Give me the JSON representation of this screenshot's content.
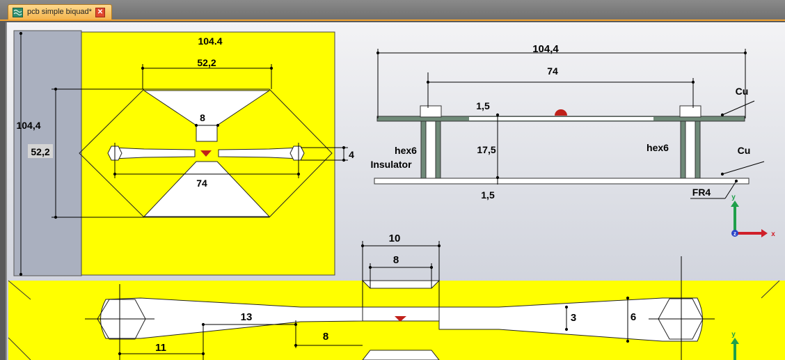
{
  "tab": {
    "title": "pcb simple biquad*",
    "close_icon": "close-icon",
    "doc_icon": "document-wave-icon"
  },
  "colors": {
    "copper_yellow": "#ffff00",
    "accent_orange": "#f3a32f",
    "feed_red": "#c0201a",
    "board_grey": "#6f8a78"
  },
  "top_view": {
    "dim_width": "104.4",
    "dim_height": "104,4",
    "dim_inner": "52,2",
    "dim_inner_v": "52,2",
    "dim_gap": "8",
    "dim_span": "74",
    "dim_small": "4"
  },
  "side_view": {
    "dim_width": "104,4",
    "dim_span": "74",
    "dim_thick_top": "1,5",
    "dim_height": "17,5",
    "dim_thick_bottom": "1,5",
    "label_hex6_left": "hex6",
    "label_insulator": "Insulator",
    "label_hex6_right": "hex6",
    "label_cu_top": "Cu",
    "label_cu_bottom": "Cu",
    "label_fr4": "FR4"
  },
  "axes": {
    "y": "y",
    "x": "x",
    "z": "z"
  },
  "detail_view": {
    "dim_10": "10",
    "dim_8_top": "8",
    "dim_13": "13",
    "dim_8_bottom": "8",
    "dim_11": "11",
    "dim_3": "3",
    "dim_6": "6"
  }
}
